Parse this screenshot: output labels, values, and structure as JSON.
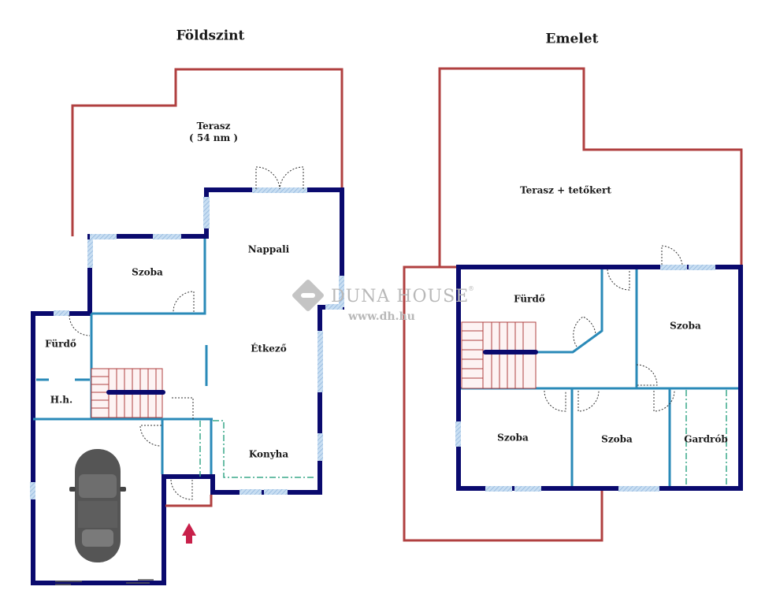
{
  "floors": [
    {
      "title": "Földszint",
      "rooms": [
        {
          "name": "Terasz",
          "sub": "( 54 nm )"
        },
        {
          "name": "Nappali"
        },
        {
          "name": "Szoba"
        },
        {
          "name": "Fürdő"
        },
        {
          "name": "Étkező"
        },
        {
          "name": "H.h."
        },
        {
          "name": "Konyha"
        }
      ]
    },
    {
      "title": "Emelet",
      "rooms": [
        {
          "name": "Terasz + tetőkert"
        },
        {
          "name": "Fürdő"
        },
        {
          "name": "Szoba"
        },
        {
          "name": "Szoba"
        },
        {
          "name": "Szoba"
        },
        {
          "name": "Gardrób"
        }
      ]
    }
  ],
  "watermark": {
    "brand": "DUNA HOUSE",
    "registered": "®",
    "url": "www.dh.hu"
  },
  "icons": {
    "entrance": "entrance-arrow-icon",
    "car": "car-icon"
  },
  "colors": {
    "exterior_wall": "#0a0a6e",
    "interior_wall": "#2a8ab8",
    "terrace_outline": "#b04040",
    "window": "#a8c8e8",
    "stairs": "#b04040",
    "entrance_arrow": "#c8204a",
    "dashdot": "#3aa88a"
  }
}
